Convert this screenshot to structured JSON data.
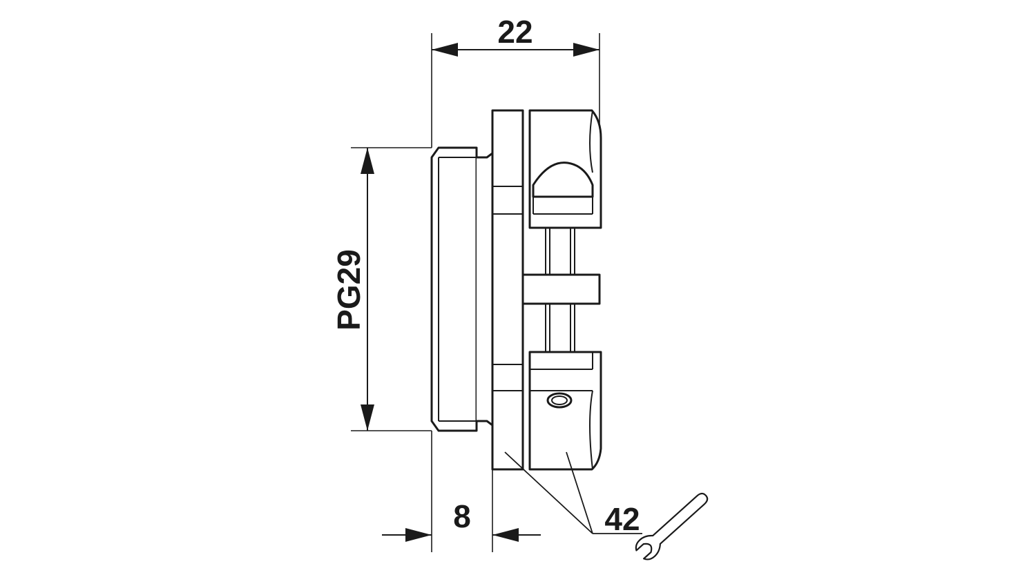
{
  "drawing": {
    "dimensions": {
      "overall_length": "22",
      "thread_size": "PG29",
      "thread_length": "8",
      "wrench_size": "42"
    },
    "icons": {
      "wrench": "wrench-icon"
    },
    "colors": {
      "line": "#1a1a1a",
      "background": "#ffffff"
    }
  }
}
